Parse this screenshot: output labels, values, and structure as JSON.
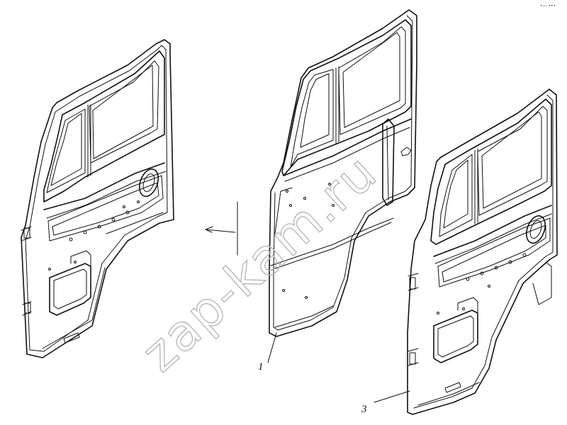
{
  "watermark": "zap-kam.ru",
  "callouts": [
    {
      "id": "callout-1",
      "label": "1"
    },
    {
      "id": "callout-3",
      "label": "3"
    }
  ],
  "corner_mark": "•— •••"
}
